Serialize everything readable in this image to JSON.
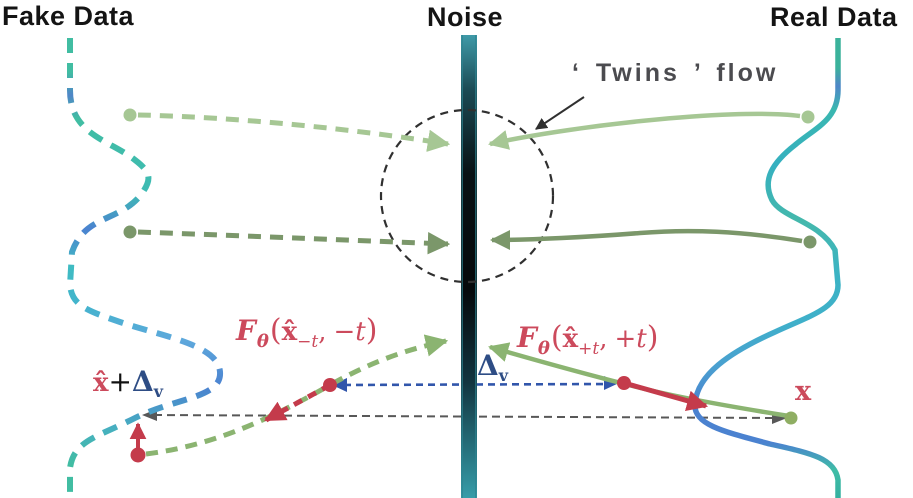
{
  "figure": {
    "titles": {
      "fake_data": "Fake Data",
      "noise": "Noise",
      "real_data": "Real Data"
    },
    "annotation": {
      "twins_flow": "‘ Twins ’ flow"
    },
    "math": {
      "f_neg": {
        "F": "F",
        "theta": "θ",
        "lparen": "(",
        "xhat": "x̂",
        "sub": "−t",
        "comma": ",",
        "arg": "−t",
        "rparen": ")"
      },
      "f_pos": {
        "F": "F",
        "theta": "θ",
        "lparen": "(",
        "xhat": "x̂",
        "sub": "+t",
        "comma": ",",
        "arg": "+t",
        "rparen": ")"
      },
      "delta_v": {
        "delta": "Δ",
        "sub": "v"
      },
      "xhat_plus_delta": {
        "xhat": "x̂",
        "plus": "+",
        "delta": "Δ",
        "sub": "v"
      },
      "x_point": "x"
    },
    "colors": {
      "light_green": "#a6c794",
      "sage_green": "#7b976a",
      "flow_green": "#8bb471",
      "red": "#c43b4b",
      "math_red": "#cc4a5c",
      "navy": "#2e4d85",
      "blue": "#3156ab",
      "gray": "#585858",
      "dark": "#303030",
      "teal": "#3f97a3",
      "olive": "#8fae63"
    }
  }
}
